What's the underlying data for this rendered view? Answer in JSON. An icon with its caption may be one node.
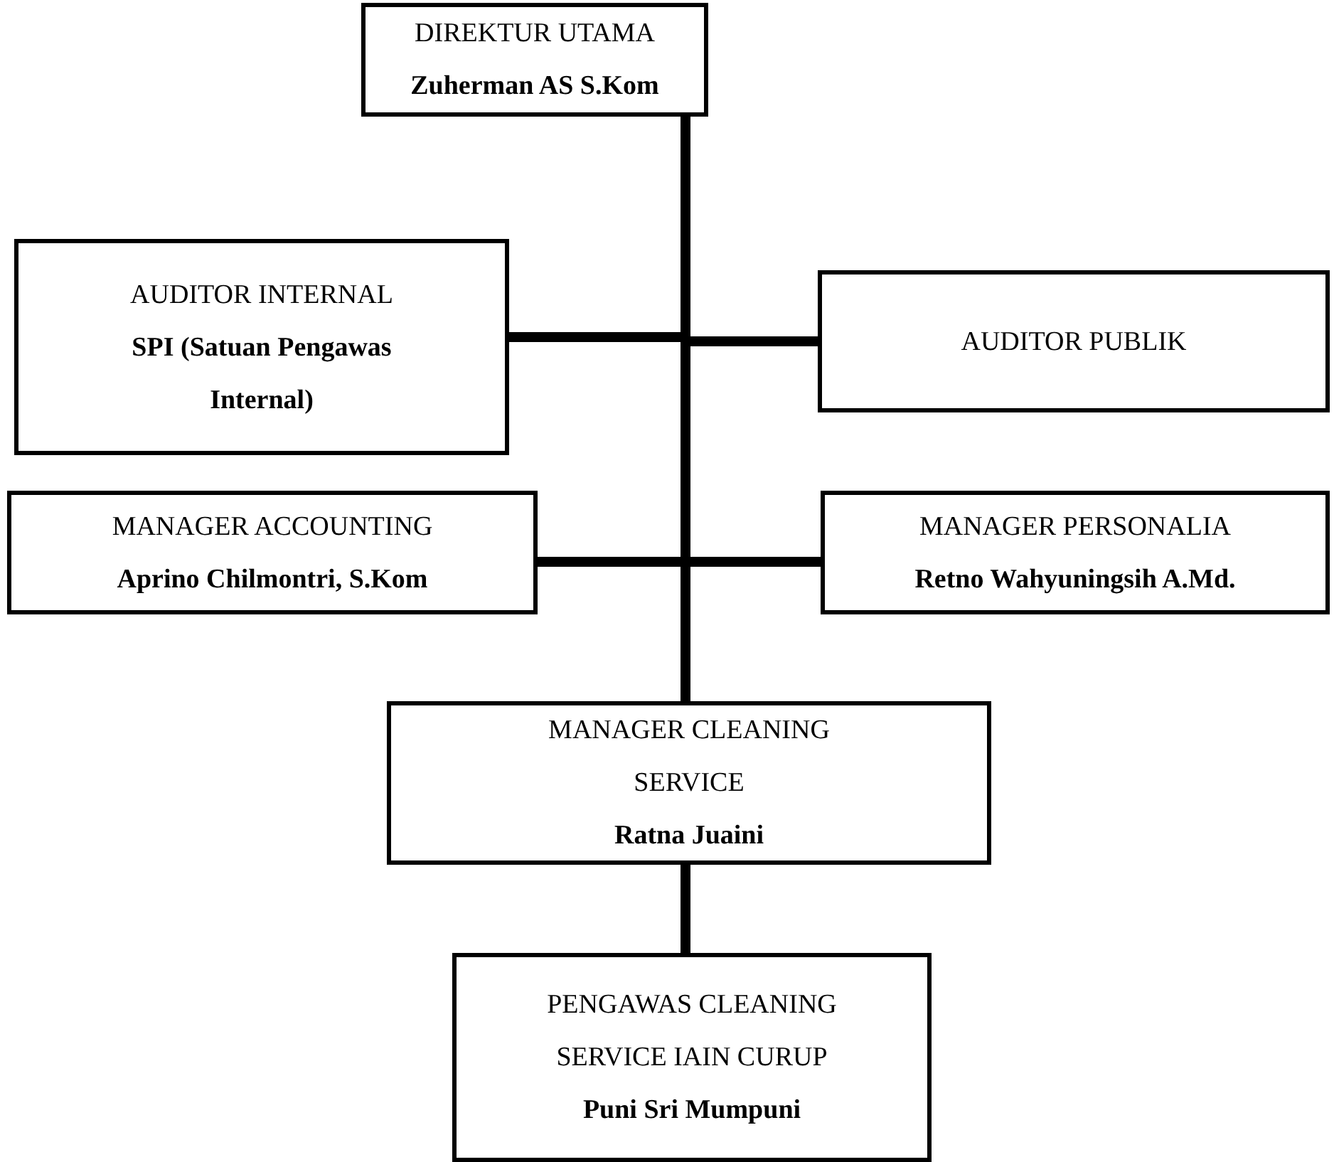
{
  "diagram": {
    "nodes": [
      {
        "text": [
          "DIREKTUR UTAMA",
          "Zuherman AS S.Kom"
        ]
      },
      {
        "text": [
          "AUDITOR INTERNAL",
          "SPI (Satuan Pengawas Internal)"
        ]
      },
      {
        "text": [
          "AUDITOR PUBLIK"
        ]
      },
      {
        "text": [
          "MANAGER ACCOUNTING",
          "Aprino Chilmontri, S.Kom"
        ]
      },
      {
        "text": [
          "MANAGER PERSONALIA",
          "Retno Wahyuningsih A.Md."
        ]
      },
      {
        "text": [
          "MANAGER CLEANING SERVICE",
          "Ratna Juaini"
        ]
      },
      {
        "text": [
          "PENGAWAS CLEANING SERVICE IAIN CURUP",
          "Puni Sri Mumpuni"
        ]
      }
    ],
    "edges": [
      {
        "from": 0,
        "to": 1,
        "arrow": "none"
      },
      {
        "from": 0,
        "to": 2,
        "arrow": "none"
      },
      {
        "from": 0,
        "to": 3,
        "arrow": "none"
      },
      {
        "from": 0,
        "to": 4,
        "arrow": "none"
      },
      {
        "from": 0,
        "to": 5,
        "arrow": "none"
      },
      {
        "from": 5,
        "to": 6,
        "arrow": "none"
      }
    ]
  }
}
